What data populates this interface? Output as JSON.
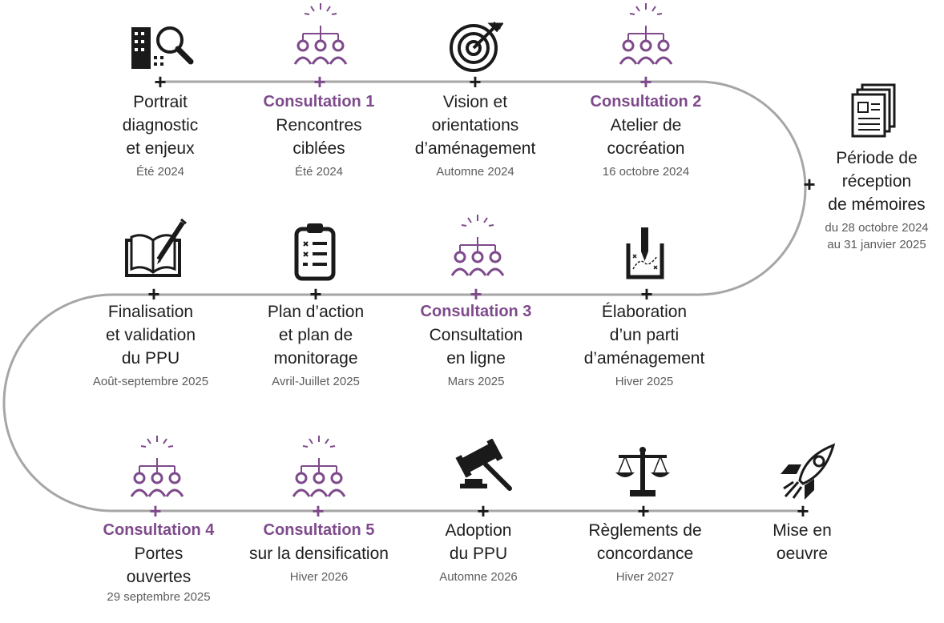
{
  "colors": {
    "accent": "#7e4a8b",
    "line": "#a6a6a6",
    "text": "#1e1e1e",
    "date": "#5c5c5c"
  },
  "steps": [
    {
      "consultation": "",
      "label": "Portrait\ndiagnostic\net enjeux",
      "date": "Été 2024",
      "icon": "building-magnifier-icon"
    },
    {
      "consultation": "Consultation 1",
      "label": "Rencontres\nciblées",
      "date": "Été 2024",
      "icon": "group-people-icon"
    },
    {
      "consultation": "",
      "label": "Vision et\norientations\nd’aménagement",
      "date": "Automne 2024",
      "icon": "target-icon"
    },
    {
      "consultation": "Consultation 2",
      "label": "Atelier de\ncocréation",
      "date": "16 octobre 2024",
      "icon": "group-people-icon"
    },
    {
      "consultation": "",
      "label": "Période de\nréception\nde mémoires",
      "date": "du 28 octobre 2024\nau 31 janvier 2025",
      "icon": "documents-icon"
    },
    {
      "consultation": "",
      "label": "Élaboration\nd’un parti\nd’aménagement",
      "date": "Hiver 2025",
      "icon": "drafting-tool-icon"
    },
    {
      "consultation": "Consultation 3",
      "label": "Consultation\nen ligne",
      "date": "Mars 2025",
      "icon": "group-people-icon"
    },
    {
      "consultation": "",
      "label": "Plan d’action\net plan de\nmonitorage",
      "date": "Avril-Juillet 2025",
      "icon": "clipboard-checklist-icon"
    },
    {
      "consultation": "",
      "label": "Finalisation\net validation\ndu PPU",
      "date": "Août-septembre 2025",
      "icon": "book-pencil-icon"
    },
    {
      "consultation": "Consultation 4",
      "label": "Portes\nouvertes",
      "date": "29 septembre 2025",
      "icon": "group-people-icon"
    },
    {
      "consultation": "Consultation 5",
      "label": "sur la densification",
      "date": "Hiver 2026",
      "icon": "group-people-icon"
    },
    {
      "consultation": "",
      "label": "Adoption\ndu PPU",
      "date": "Automne 2026",
      "icon": "gavel-icon"
    },
    {
      "consultation": "",
      "label": "Règlements de\nconcordance",
      "date": "Hiver 2027",
      "icon": "scales-icon"
    },
    {
      "consultation": "",
      "label": "Mise en\noeuvre",
      "date": "",
      "icon": "rocket-icon"
    }
  ]
}
